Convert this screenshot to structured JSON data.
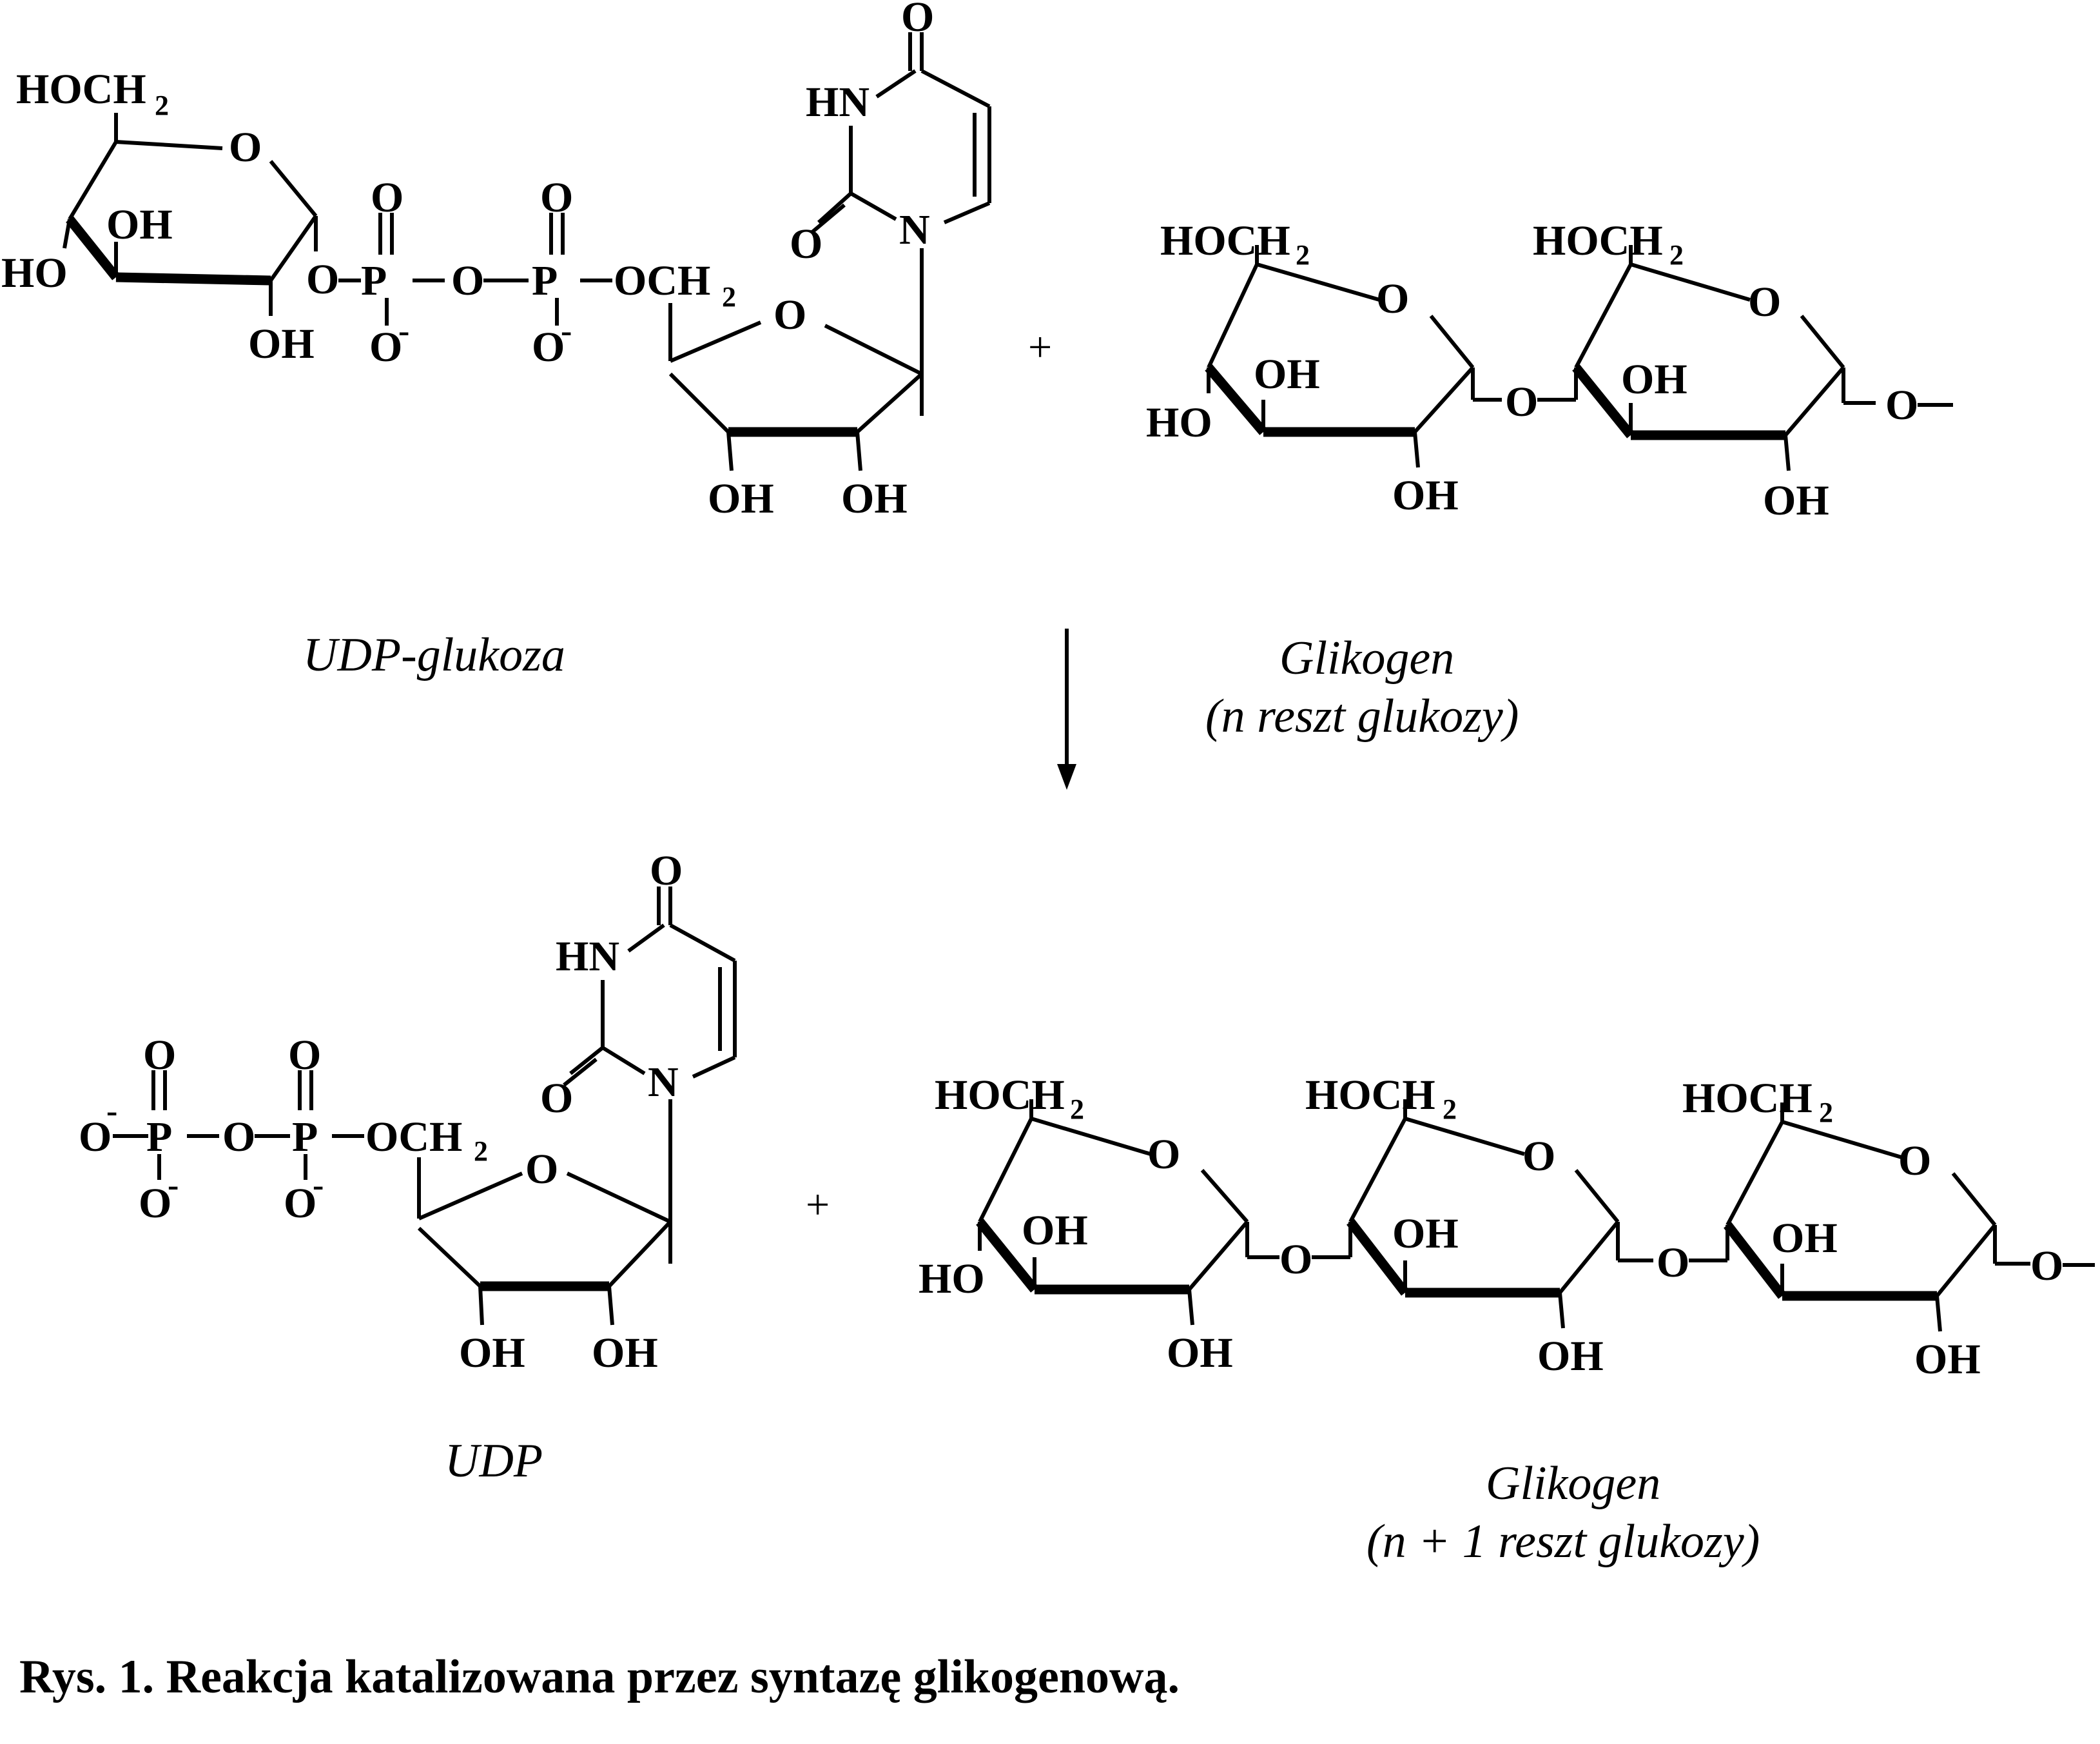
{
  "atoms": {
    "hoch": "HOCH",
    "sub2": "2",
    "o": "O",
    "oh": "OH",
    "ho": "HO",
    "p": "P",
    "minus": "-",
    "hn": "HN",
    "n": "N",
    "och": "OCH"
  },
  "plus_sign": "+",
  "labels": {
    "udp_glucose": "UDP-glukoza",
    "glycogen_top": "Glikogen",
    "glycogen_top_sub": "(n reszt glukozy)",
    "udp": "UDP",
    "glycogen_bottom": "Glikogen",
    "glycogen_bottom_sub": "(n + 1 reszt glukozy)"
  },
  "caption": "Rys. 1. Reakcja katalizowana przez syntazę glikogenową."
}
